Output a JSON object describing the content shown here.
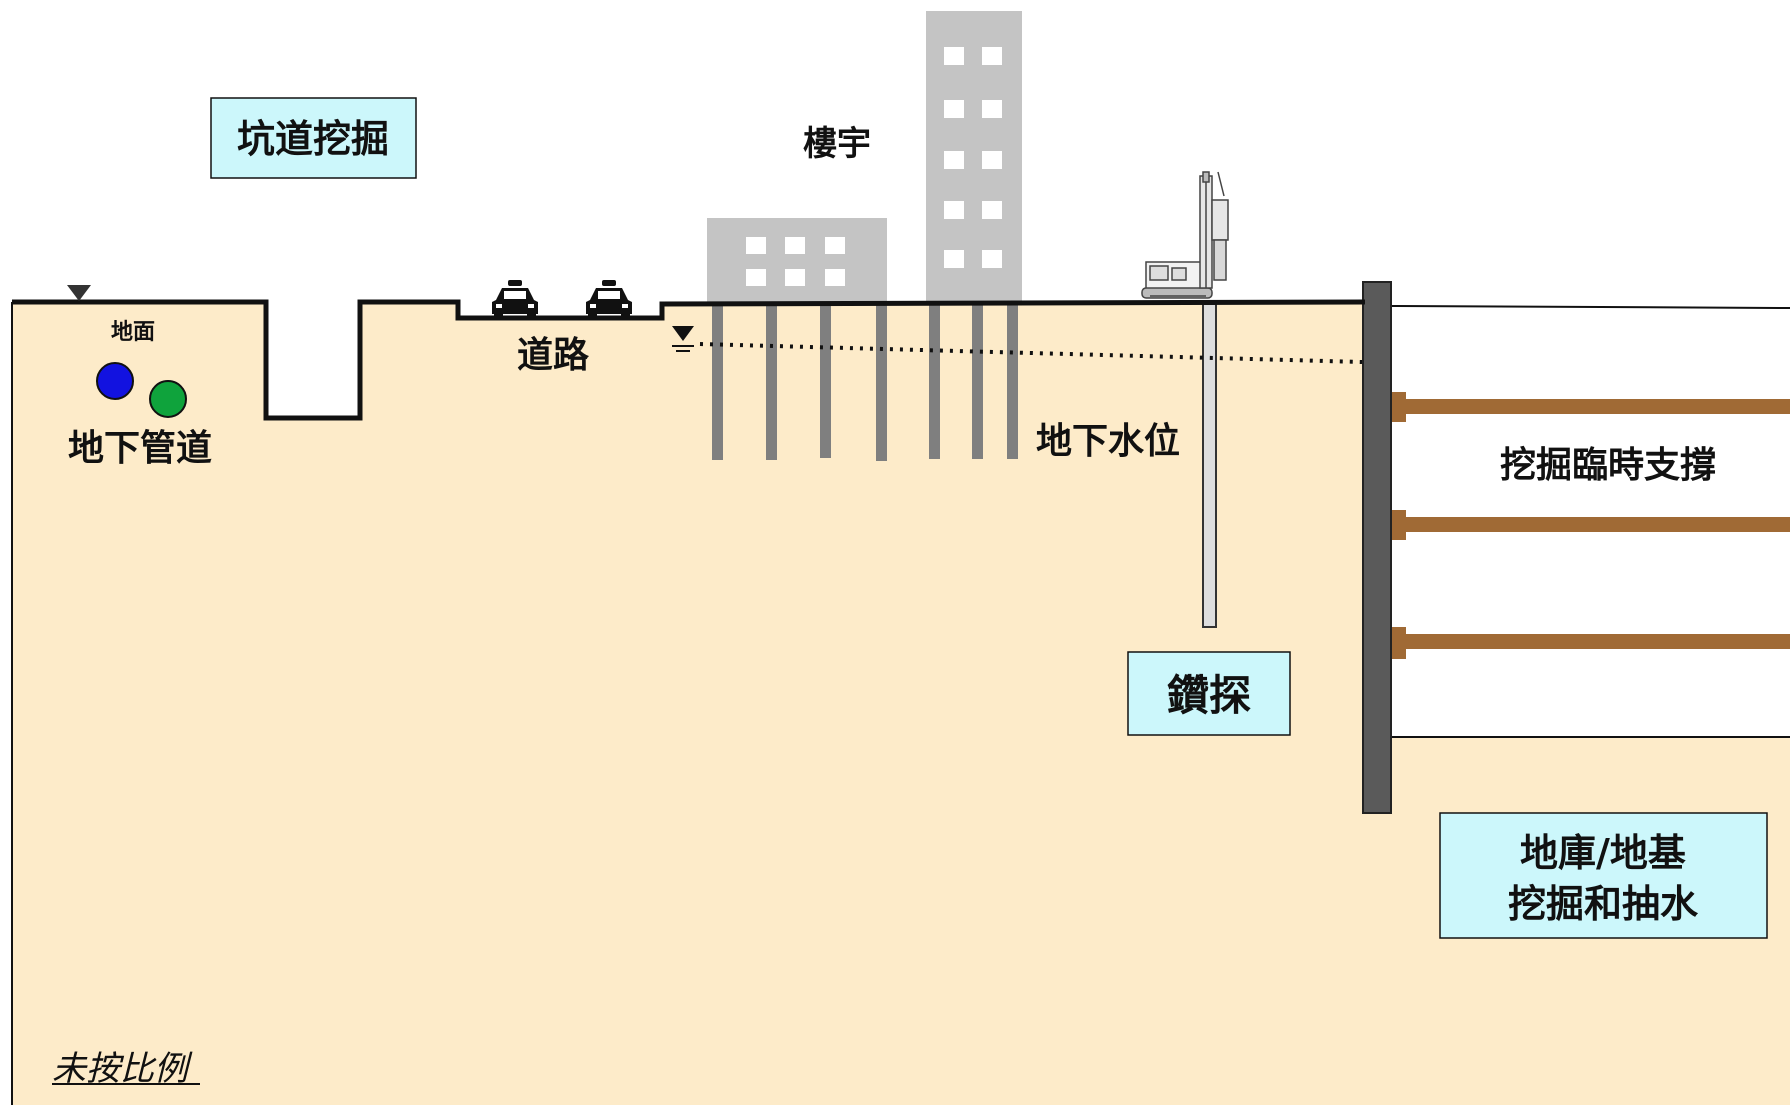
{
  "labels": {
    "tunnel_excavation": "坑道挖掘",
    "building": "樓宇",
    "ground_surface": "地面",
    "underground_pipes": "地下管道",
    "road": "道路",
    "groundwater_level": "地下水位",
    "temporary_support": "挖掘臨時支撐",
    "drilling": "鑽探",
    "basement_line1": "地庫/地基",
    "basement_line2": "挖掘和抽水",
    "not_to_scale": "未按比例"
  },
  "colors": {
    "soil": "#fdebc9",
    "label_box": "#ccf7fb",
    "building": "#c4c4c4",
    "piles": "#7f7f7f",
    "retaining_wall": "#5a5a5a",
    "strut": "#a06a35",
    "pipe_blue": "#1212e0",
    "pipe_green": "#0fa33c"
  },
  "icons": {
    "vehicles": "car-icon",
    "drilling_rig": "drill-rig-icon",
    "water_level_marker": "water-level-icon",
    "ground_marker": "ground-level-marker-icon"
  }
}
